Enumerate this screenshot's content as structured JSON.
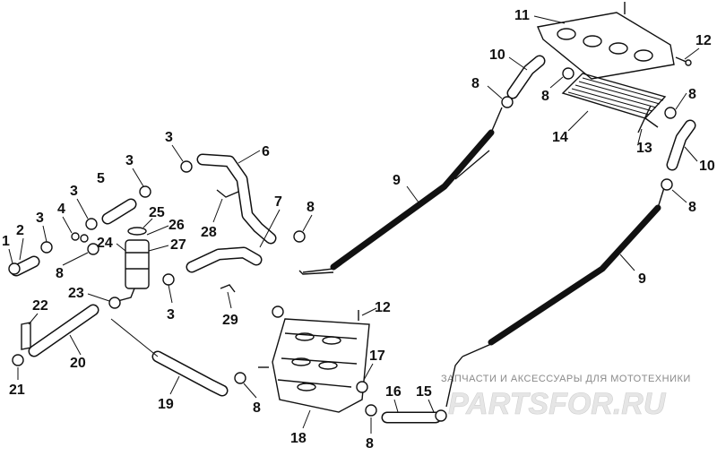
{
  "callouts": [
    "1",
    "2",
    "3",
    "3",
    "3",
    "3",
    "3",
    "4",
    "5",
    "6",
    "7",
    "8",
    "8",
    "8",
    "8",
    "8",
    "8",
    "8",
    "8",
    "9",
    "9",
    "10",
    "10",
    "11",
    "12",
    "12",
    "13",
    "14",
    "15",
    "16",
    "17",
    "18",
    "19",
    "20",
    "21",
    "22",
    "23",
    "24",
    "25",
    "26",
    "27",
    "28",
    "29"
  ],
  "watermark": {
    "caption": "ЗАПЧАСТИ И АКСЕССУАРЫ ДЛЯ МОТОТЕХНИКИ",
    "logo": "PARTSFOR.RU"
  }
}
